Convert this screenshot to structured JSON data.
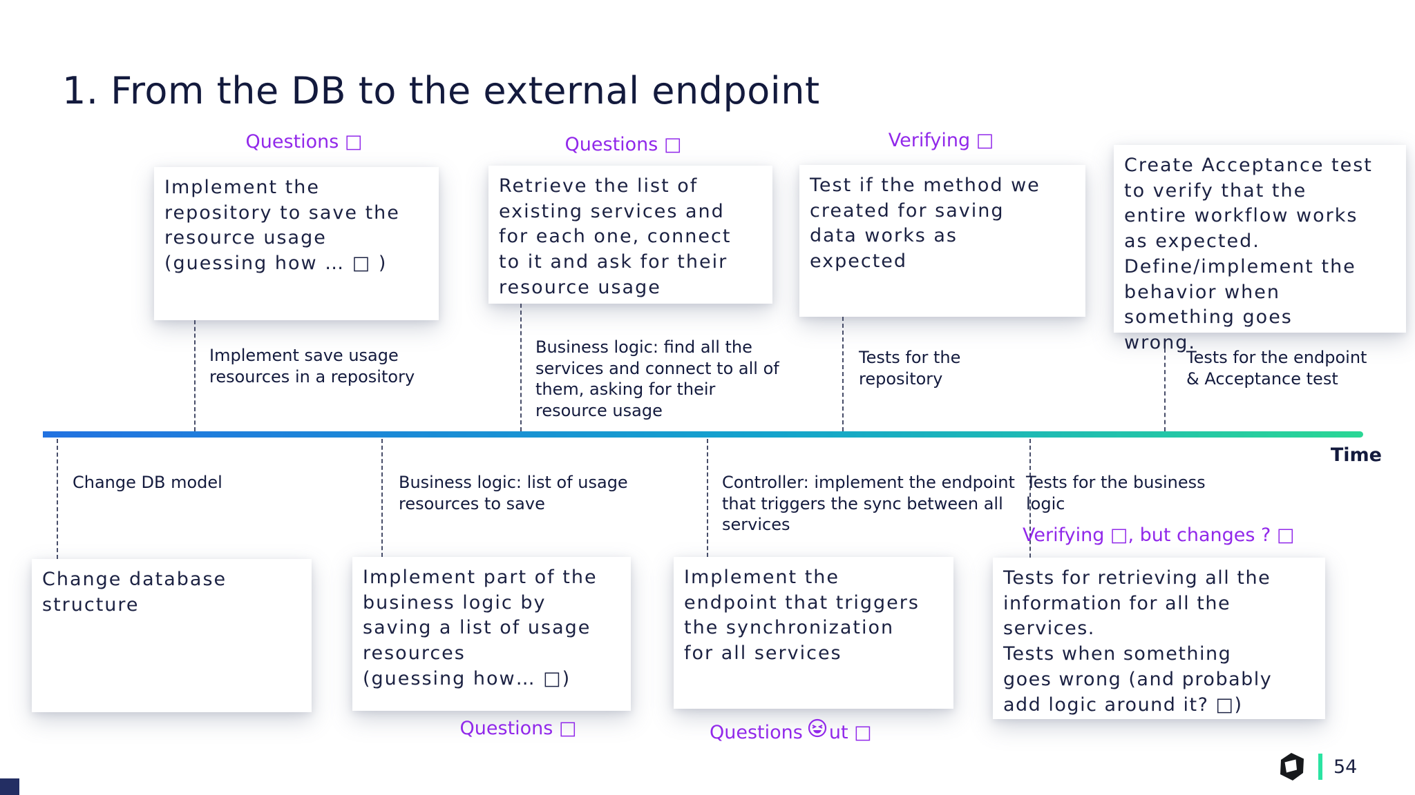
{
  "title": "1. From the DB to the external endpoint",
  "timeline": {
    "time_label": "Time"
  },
  "top": {
    "label1": "Questions □",
    "box1": "Implement the\nrepository to save the\nresource usage\n(guessing how … □ )",
    "note1": "Implement save usage\nresources in a repository",
    "label2": "Questions □",
    "box2": "Retrieve the list of\nexisting services and\nfor each one, connect\nto it and ask for their\nresource usage",
    "note2": "Business logic: find all the\nservices and connect to all of\nthem, asking for their\nresource usage",
    "label3": "Verifying □",
    "box3": "Test if the method we\ncreated for saving\ndata works as\nexpected",
    "note3": "Tests for the\nrepository",
    "box4": "Create Acceptance test\nto verify that the\nentire workflow works\nas expected.\nDefine/implement the\nbehavior when\nsomething goes\nwrong.",
    "note4": "Tests for the endpoint\n& Acceptance test"
  },
  "bottom": {
    "note1": "Change DB model",
    "box1": "Change database\nstructure",
    "note2": "Business logic: list of usage\nresources to save",
    "box2": "Implement part of the\nbusiness logic by\nsaving a list of usage\nresources\n(guessing how… □)",
    "label2": "Questions □",
    "note3": "Controller: implement the endpoint\nthat triggers the sync between all\nservices",
    "box3": "Implement the\nendpoint that triggers\nthe synchronization\nfor all services",
    "label3_pre": "Questions",
    "label3_post": "ut □",
    "label4": "Verifying □, but changes ? □",
    "note4": "Tests for the business\nlogic",
    "box4": "Tests for retrieving all the\ninformation for all the\nservices.\nTests when something\ngoes wrong (and probably\nadd logic around it? □)"
  },
  "footer": {
    "page_number": "54"
  },
  "colors": {
    "purple": "#9128ea",
    "text_dark": "#131a3d",
    "timeline_start": "#2272e0",
    "timeline_mid": "#14a3cc",
    "timeline_end": "#2bd795",
    "accent_green": "#2be3a2"
  }
}
